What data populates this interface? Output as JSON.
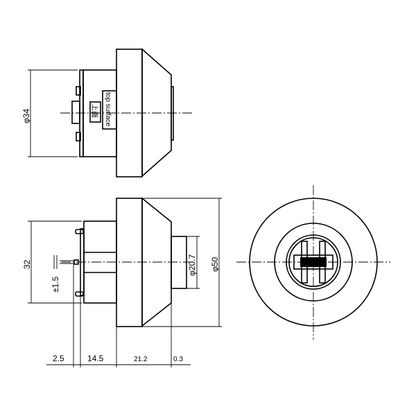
{
  "top_view": {
    "diameter_label": "φ34",
    "label_en": "top surface",
    "label_jp": "上面"
  },
  "side_view": {
    "height_label": "32",
    "tolerance_label": "±1.5",
    "nose_diameter_label": "φ20.7",
    "outer_diameter_label": "φ50",
    "bottom_dims": [
      "2.5",
      "14.5",
      "21.2",
      "0.3"
    ]
  }
}
